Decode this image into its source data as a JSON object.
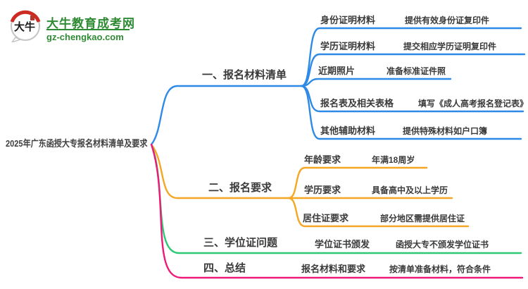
{
  "logo": {
    "icon_text": "大牛",
    "site_name": "大牛教育成考网",
    "site_url": "gz-chengkao.com"
  },
  "root": {
    "title": "2025年广东函授大专报名材料清单及要求"
  },
  "colors": {
    "branch1": "#2E8AE6",
    "branch2": "#F5A623",
    "branch3": "#2BC875",
    "branch4": "#ED1A78",
    "logo_green": "#2F8A34",
    "text": "#3A3A3A"
  },
  "branches": [
    {
      "label": "一、报名材料清单",
      "children": [
        {
          "label": "身份证明材料",
          "value": "提供有效身份证复印件"
        },
        {
          "label": "学历证明材料",
          "value": "提交相应学历证明复印件"
        },
        {
          "label": "近期照片",
          "value": "准备标准证件照"
        },
        {
          "label": "报名表及相关表格",
          "value": "填写《成人高考报名登记表》"
        },
        {
          "label": "其他辅助材料",
          "value": "提供特殊材料如户口簿"
        }
      ]
    },
    {
      "label": "二、报名要求",
      "children": [
        {
          "label": "年龄要求",
          "value": "年满18周岁"
        },
        {
          "label": "学历要求",
          "value": "具备高中及以上学历"
        },
        {
          "label": "居住证要求",
          "value": "部分地区需提供居住证"
        }
      ]
    },
    {
      "label": "三、学位证问题",
      "children": [
        {
          "label": "学位证书颁发",
          "value": "函授大专不颁发学位证书"
        }
      ]
    },
    {
      "label": "四、总结",
      "children": [
        {
          "label": "报名材料和要求",
          "value": "按清单准备材料，符合条件"
        }
      ]
    }
  ]
}
